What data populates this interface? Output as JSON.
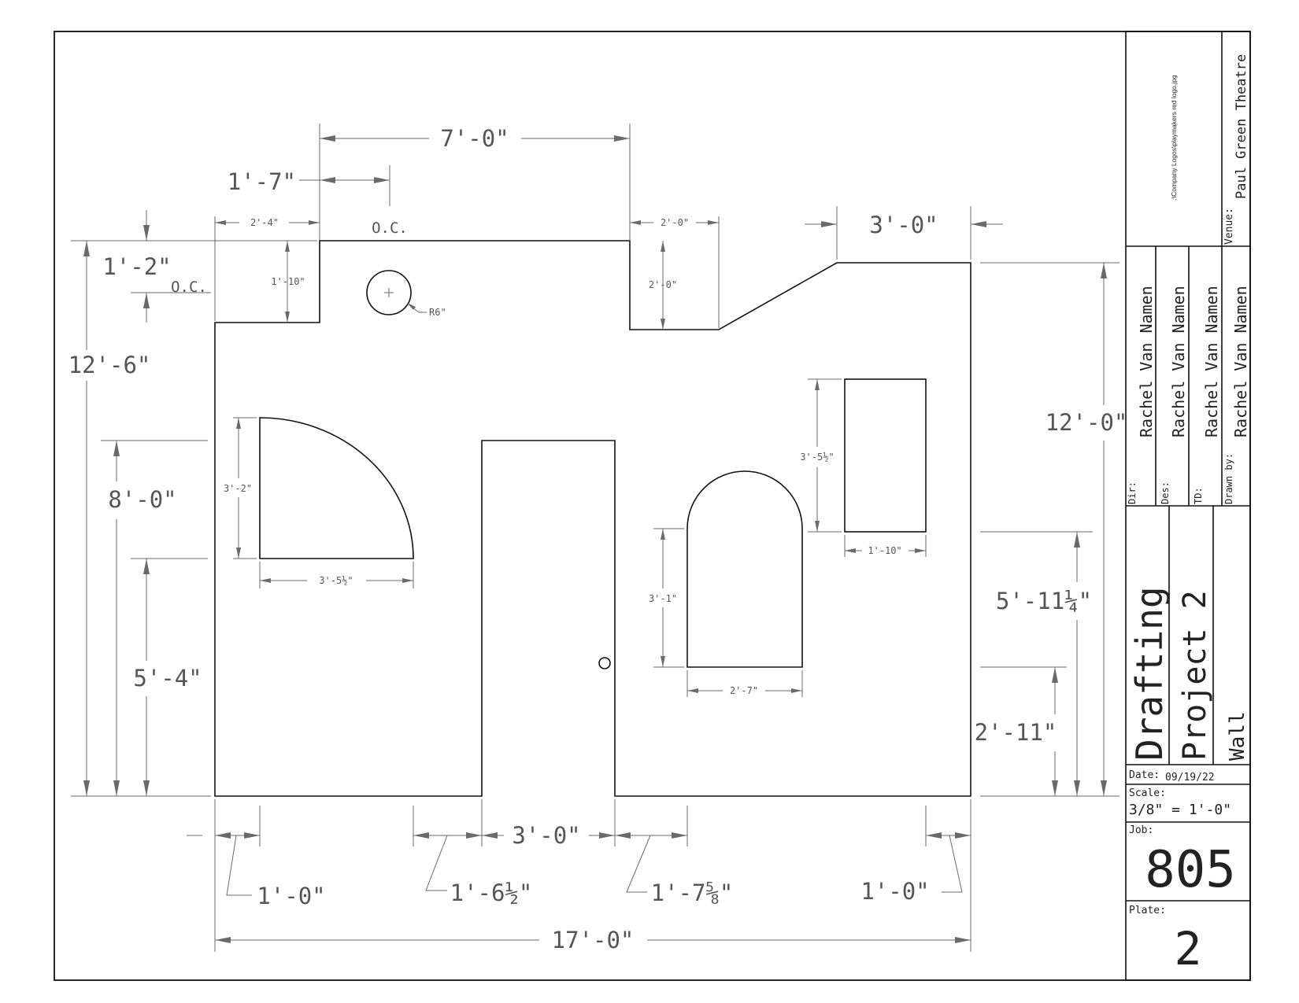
{
  "dimensions": {
    "top_7_0": "7'-0\"",
    "top_1_7": "1'-7\"",
    "top_2_4": "2'-4\"",
    "top_oc": "O.C.",
    "top_2_0": "2'-0\"",
    "top_3_0": "3'-0\"",
    "left_1_2": "1'-2\"",
    "left_oc": "O.C.",
    "step_1_10": "1'-10\"",
    "hole_radius": "R6\"",
    "notch_2_0": "2'-0\"",
    "left_12_6": "12'-6\"",
    "left_8_0": "8'-0\"",
    "left_5_4": "5'-4\"",
    "quarter_height": "3'-2\"",
    "quarter_width": "3'-5½\"",
    "rect_height": "3'-5½\"",
    "rect_width": "1'-10\"",
    "arch_height": "3'-1\"",
    "arch_width": "2'-7\"",
    "right_12_0": "12'-0\"",
    "right_5_11": "5'-11¼\"",
    "right_2_11": "2'-11\"",
    "bottom_1_0_left": "1'-0\"",
    "bottom_1_6": "1'-6½\"",
    "bottom_3_0": "3'-0\"",
    "bottom_1_7": "1'-7⅝\"",
    "bottom_1_0_right": "1'-0\"",
    "bottom_17_0": "17'-0\""
  },
  "title_block": {
    "logo_path": ".\\Company Logos\\playmakers red logo.jpg",
    "venue_label": "Venue:",
    "venue": "Paul Green Theatre",
    "dir_label": "Dir:",
    "dir": "Rachel Van Namen",
    "des_label": "Des:",
    "des": "Rachel Van Namen",
    "td_label": "TD:",
    "td": "Rachel Van Namen",
    "drawn_label": "Drawn by:",
    "drawn": "Rachel Van Namen",
    "title_line1": "Drafting",
    "title_line2": "Project 2",
    "subtitle": "Wall",
    "date_label": "Date:",
    "date": "09/19/22",
    "scale_label": "Scale:",
    "scale": "3/8\" = 1'-0\"",
    "job_label": "Job:",
    "job": "805",
    "plate_label": "Plate:",
    "plate": "2"
  }
}
